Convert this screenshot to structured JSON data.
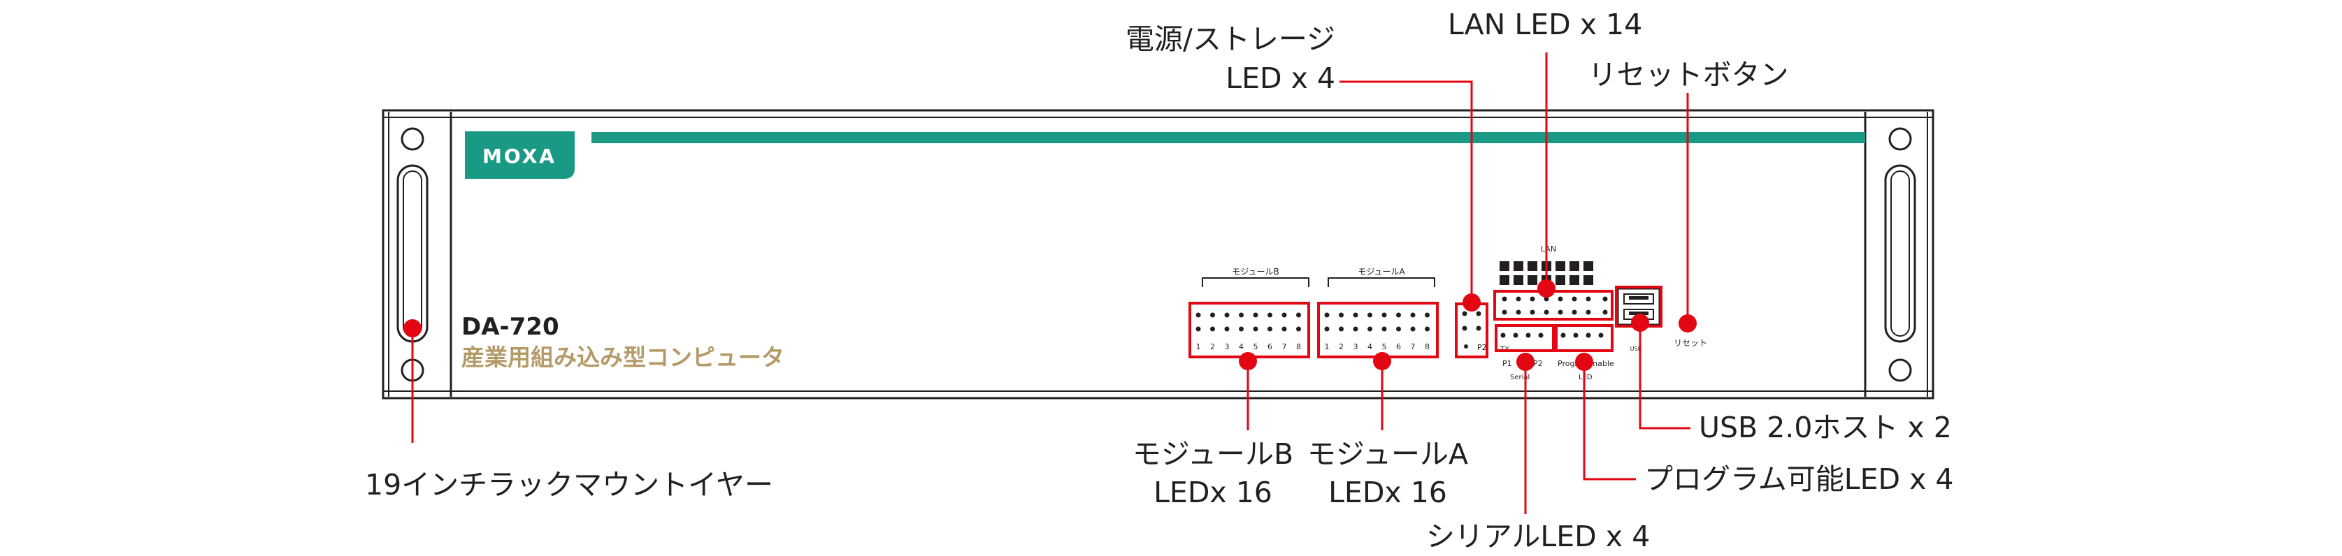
{
  "device": {
    "brand": "MOXA",
    "model": "DA-720",
    "subtitle": "産業用組み込み型コンピュータ",
    "teal_color": "#1a9a85",
    "gold_color": "#b39a66",
    "callout_color": "#e30613"
  },
  "panel_text": {
    "module_b": "モジュールB",
    "module_a": "モジュールA",
    "led_numbers": [
      "1",
      "2",
      "3",
      "4",
      "5",
      "6",
      "7",
      "8"
    ],
    "p2": "P2",
    "lan": "LAN",
    "serial_tx": "TX",
    "serial_p1": "P1",
    "serial_p2": "P2",
    "serial": "Serial",
    "programmable": "Programmable",
    "led": "LED",
    "usb_symbol": "USB",
    "reset": "リセット"
  },
  "callouts": {
    "power_storage_line1": "電源/ストレージ",
    "power_storage_line2": "LED x 4",
    "lan_led": "LAN LED x 14",
    "reset_button": "リセットボタン",
    "rack_ear": "19インチラックマウントイヤー",
    "module_b_line1": "モジュールB",
    "module_b_line2": "LEDx 16",
    "module_a_line1": "モジュールA",
    "module_a_line2": "LEDx 16",
    "usb": "USB 2.0ホスト x 2",
    "programmable_led": "プログラム可能LED x 4",
    "serial_led": "シリアルLED x 4"
  }
}
